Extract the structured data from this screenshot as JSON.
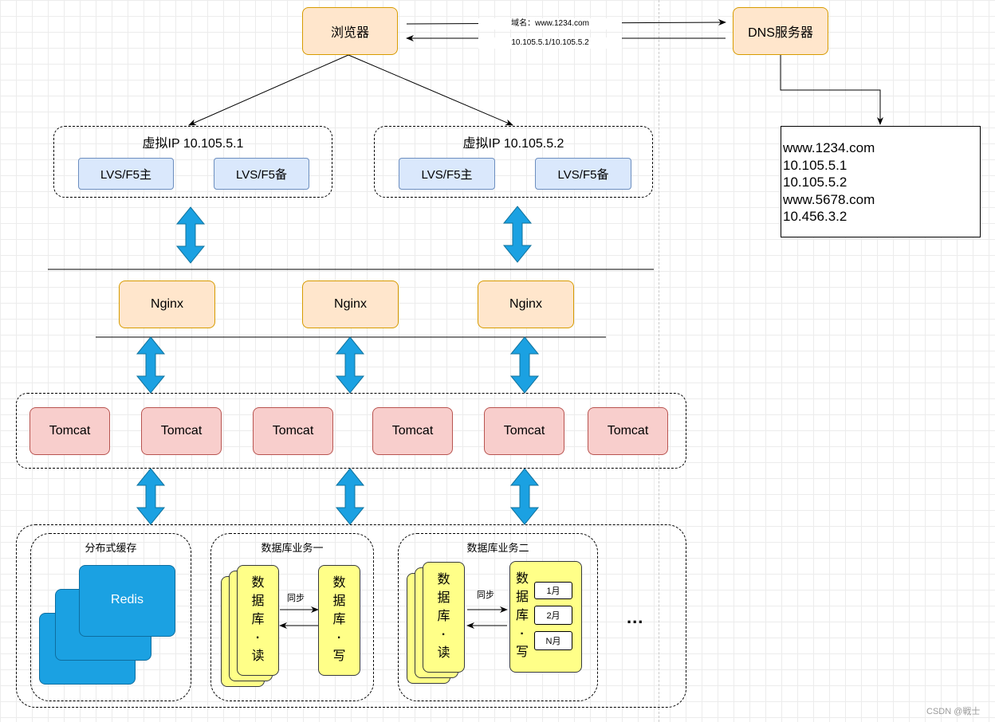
{
  "browser": "浏览器",
  "dns_server": "DNS服务器",
  "dns_request": "域名：www.1234.com",
  "dns_response": "10.105.5.1/10.105.5.2",
  "dns_table": [
    "www.1234.com",
    "10.105.5.1",
    "10.105.5.2",
    "www.5678.com",
    "10.456.3.2"
  ],
  "vip_groups": [
    {
      "title": "虚拟IP 10.105.5.1",
      "primary": "LVS/F5主",
      "backup": "LVS/F5备"
    },
    {
      "title": "虚拟IP 10.105.5.2",
      "primary": "LVS/F5主",
      "backup": "LVS/F5备"
    }
  ],
  "nginx": [
    "Nginx",
    "Nginx",
    "Nginx"
  ],
  "tomcat": [
    "Tomcat",
    "Tomcat",
    "Tomcat",
    "Tomcat",
    "Tomcat",
    "Tomcat"
  ],
  "cache": {
    "title": "分布式缓存",
    "label": "Redis"
  },
  "db1": {
    "title": "数据库业务一",
    "read": [
      "数",
      "据",
      "库",
      "·",
      "读"
    ],
    "write": [
      "数",
      "据",
      "库",
      "·",
      "写"
    ],
    "sync": "同步"
  },
  "db2": {
    "title": "数据库业务二",
    "read": [
      "数",
      "据",
      "库",
      "·",
      "读"
    ],
    "write": [
      "数",
      "据",
      "库",
      "·",
      "写"
    ],
    "sync": "同步",
    "months": [
      "1月",
      "2月",
      "N月"
    ]
  },
  "ellipsis": "...",
  "watermark": "CSDN @戦士",
  "colors": {
    "arrow": "#1ba1e2",
    "orange_fill": "#ffe6cc",
    "blue_fill": "#dae8fc",
    "red_fill": "#f8cecc",
    "yellow_fill": "#ffff88",
    "redis_fill": "#1ba1e2"
  }
}
